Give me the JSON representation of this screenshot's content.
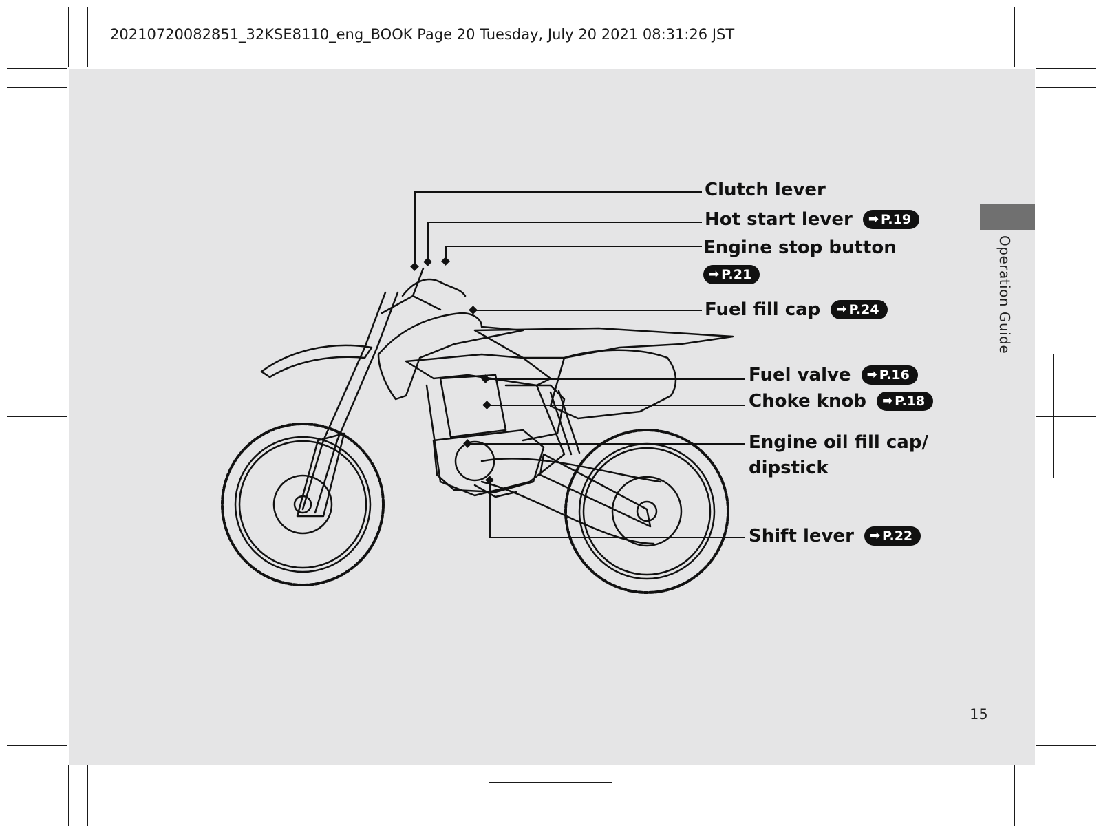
{
  "header": {
    "file_info": "20210720082851_32KSE8110_eng_BOOK Page 20 Tuesday, July 20 2021 08:31:26 JST"
  },
  "side_tab": {
    "title": "Operation Guide"
  },
  "page_number": "15",
  "callouts": {
    "clutch_lever": {
      "label": "Clutch lever"
    },
    "hot_start_lever": {
      "label": "Hot start lever",
      "ref": "P.19"
    },
    "engine_stop_button": {
      "label": "Engine stop button",
      "ref": "P.21"
    },
    "fuel_fill_cap": {
      "label": "Fuel fill cap",
      "ref": "P.24"
    },
    "fuel_valve": {
      "label": "Fuel valve",
      "ref": "P.16"
    },
    "choke_knob": {
      "label": "Choke knob",
      "ref": "P.18"
    },
    "engine_oil_fill_cap": {
      "label_line1": "Engine oil fill cap/",
      "label_line2": "dipstick"
    },
    "shift_lever": {
      "label": "Shift lever",
      "ref": "P.22"
    }
  },
  "icons": {
    "reference_arrow": "right-arrow-icon"
  }
}
